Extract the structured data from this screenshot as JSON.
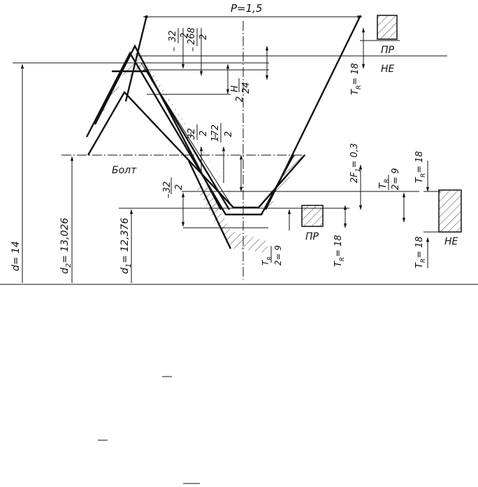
{
  "labels": {
    "pitch": "P=1,5",
    "frac_32": "32",
    "frac_268": "268",
    "frac_172": "172",
    "den_2": "2",
    "H": "H",
    "den_24": "24",
    "H_prefix": "2",
    "TR_18": "T",
    "TR_sub": "R",
    "eq_18": "= 18",
    "eq_9": "= 9",
    "pr": "ПР",
    "ne": "НЕ",
    "bolt": "Болт",
    "F1": "2F",
    "F1_sub": "1",
    "F1_val": "= 0,3",
    "d": "d= 14",
    "d2": "d",
    "d2_sub": "2",
    "d2_val": "= 13,026",
    "d1": "d",
    "d1_sub": "1",
    "d1_val": "= 12,376",
    "minus": "–"
  }
}
